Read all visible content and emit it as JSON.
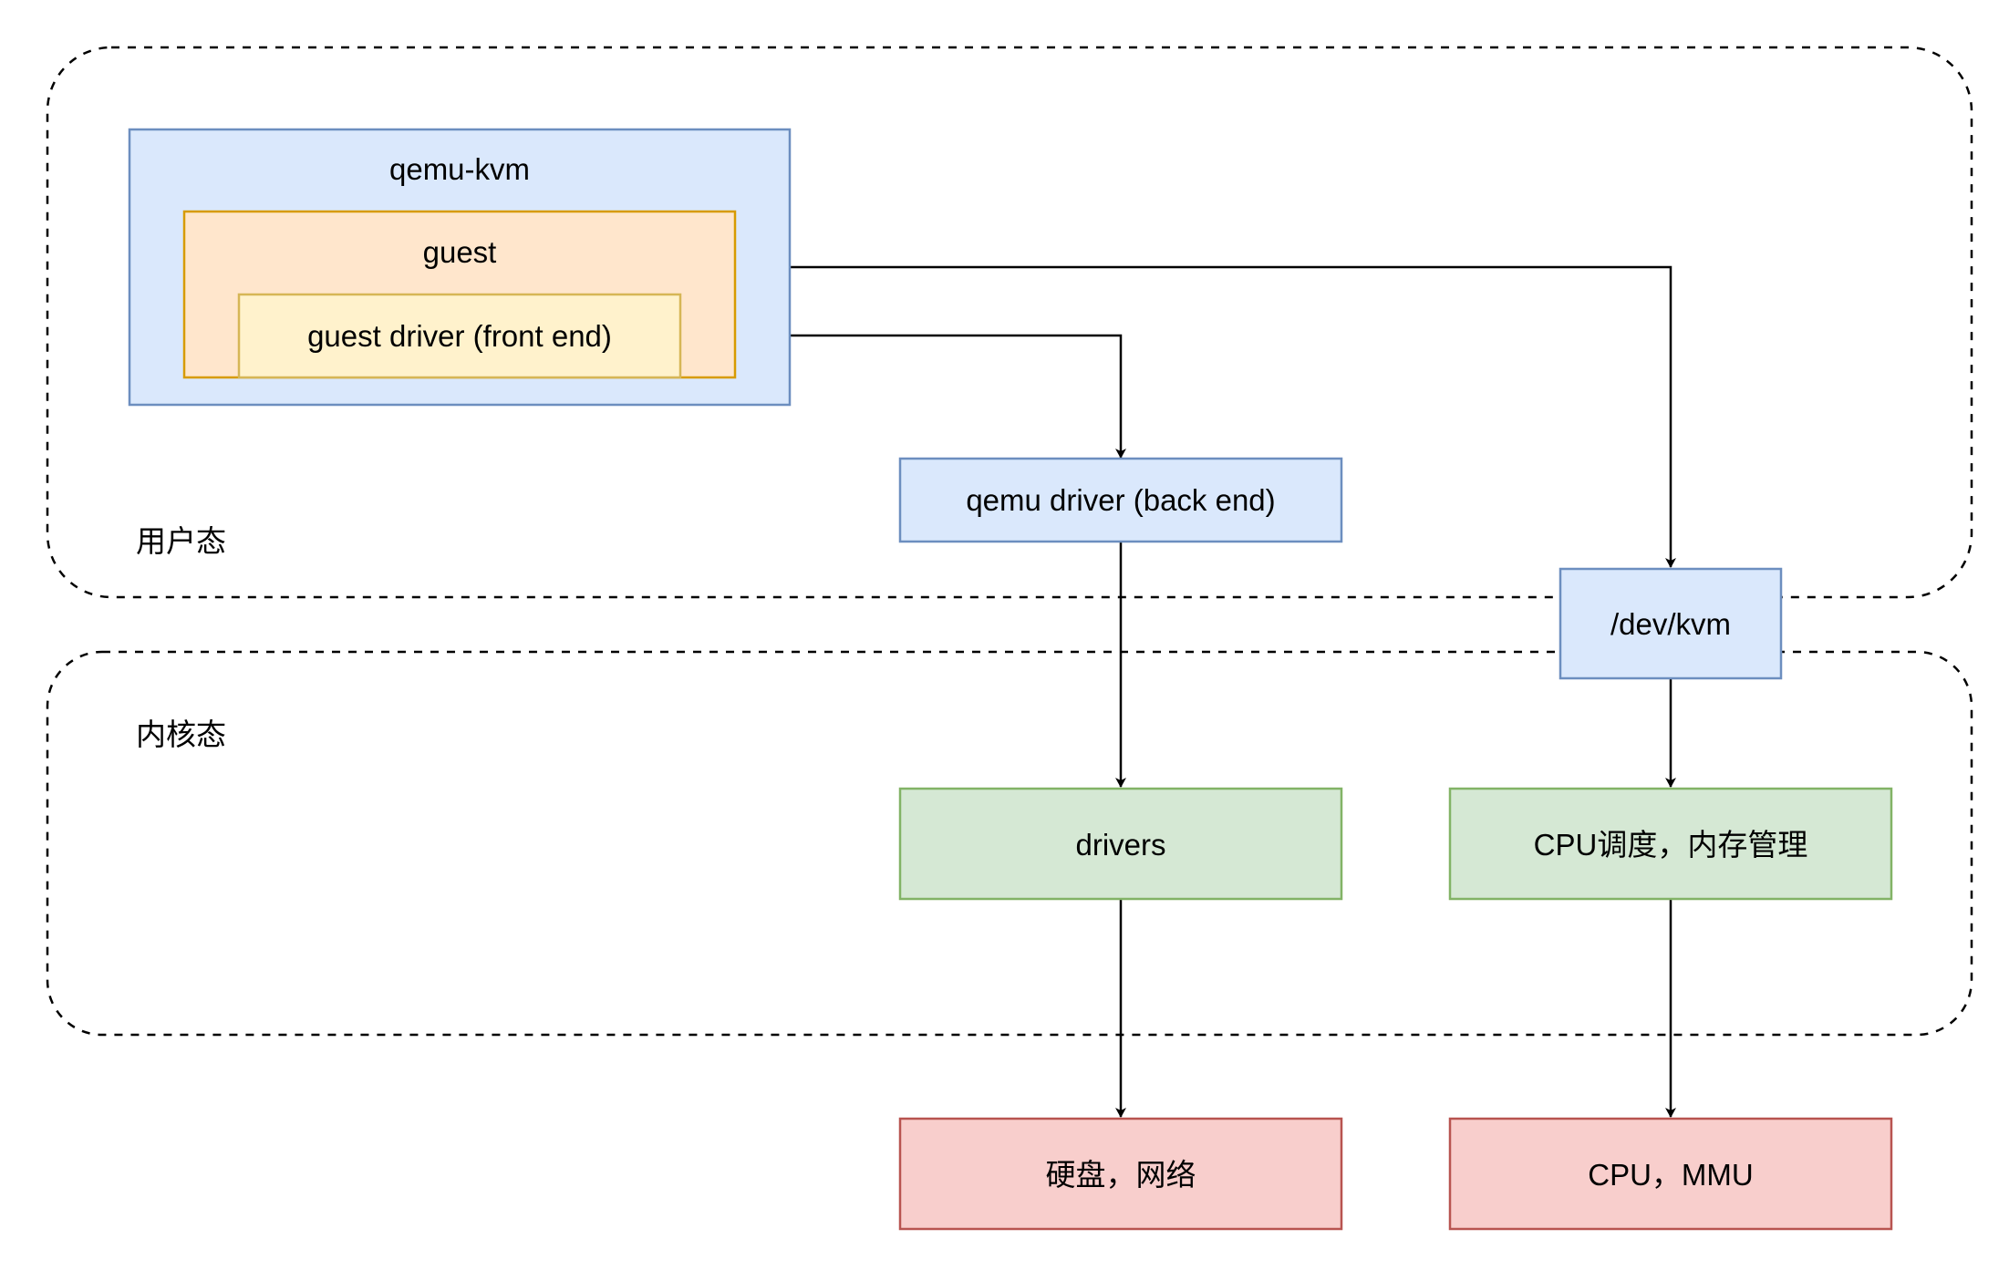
{
  "regions": {
    "user_space": {
      "label": "用户态"
    },
    "kernel_space": {
      "label": "内核态"
    }
  },
  "nodes": {
    "qemu_kvm": {
      "label": "qemu-kvm",
      "fill": "#dae8fc",
      "stroke": "#6c8ebf"
    },
    "guest": {
      "label": "guest",
      "fill": "#ffe6cc",
      "stroke": "#d79b00"
    },
    "guest_driver": {
      "label": "guest driver (front end)",
      "fill": "#fff2cc",
      "stroke": "#d6b656"
    },
    "qemu_driver": {
      "label": "qemu driver (back end)",
      "fill": "#dae8fc",
      "stroke": "#6c8ebf"
    },
    "dev_kvm": {
      "label": "/dev/kvm",
      "fill": "#dae8fc",
      "stroke": "#6c8ebf"
    },
    "drivers": {
      "label": "drivers",
      "fill": "#d5e8d4",
      "stroke": "#82b366"
    },
    "cpu_sched": {
      "label": "CPU调度，内存管理",
      "fill": "#d5e8d4",
      "stroke": "#82b366"
    },
    "disk_net": {
      "label": "硬盘，网络",
      "fill": "#f8cecc",
      "stroke": "#b85450"
    },
    "cpu_mmu": {
      "label": "CPU，MMU",
      "fill": "#f8cecc",
      "stroke": "#b85450"
    }
  },
  "edges": [
    {
      "from": "guest_driver",
      "to": "qemu_driver"
    },
    {
      "from": "qemu_kvm",
      "to": "dev_kvm"
    },
    {
      "from": "qemu_driver",
      "to": "drivers"
    },
    {
      "from": "dev_kvm",
      "to": "cpu_sched"
    },
    {
      "from": "drivers",
      "to": "disk_net"
    },
    {
      "from": "cpu_sched",
      "to": "cpu_mmu"
    }
  ]
}
